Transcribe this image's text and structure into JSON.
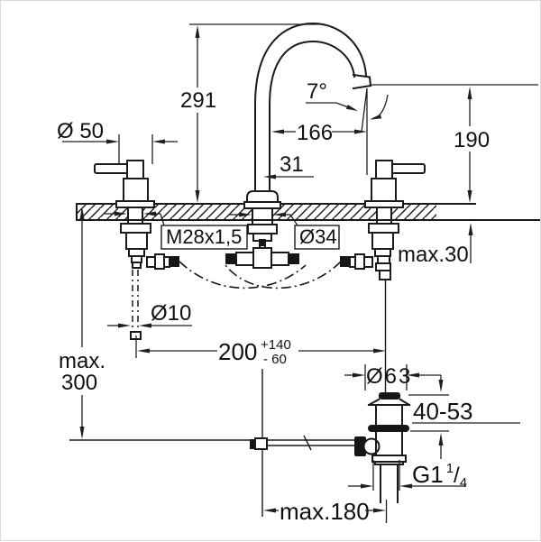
{
  "drawing": {
    "kind": "faucet-installation-dimension-drawing",
    "ink_color": "#1a1a1a",
    "background_color": "#ffffff",
    "labels": {
      "spout_height": "291",
      "spray_angle": "7°",
      "spout_reach": "166",
      "spout_offset": "31",
      "outlet_height": "190",
      "handle_diameter": "Ø 50",
      "mount_thread": "M28x1,5",
      "shank_diameter": "Ø34",
      "deck_thickness_max": "max.30",
      "rod_diameter": "Ø10",
      "hole_distance": "200",
      "hole_distance_plus": "+140",
      "hole_distance_minus": "- 60",
      "depth_max_line1": "max.",
      "depth_max_line2": "300",
      "waste_flange_diameter": "Ø63",
      "clamping_range": "40-53",
      "waste_thread_main": "G1",
      "waste_thread_numerator": "1",
      "waste_thread_slash": "/",
      "waste_thread_denominator": "4",
      "rod_reach_max": "max.180"
    }
  }
}
